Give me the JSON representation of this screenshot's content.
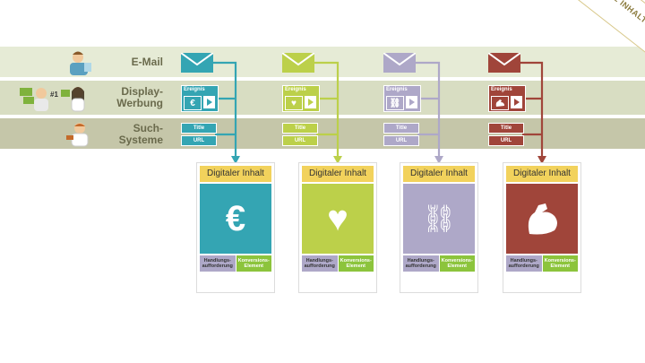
{
  "rows": {
    "email": {
      "label": "E-Mail"
    },
    "display": {
      "label_line1": "Display-",
      "label_line2": "Werbung"
    },
    "search": {
      "label_line1": "Such-",
      "label_line2": "Systeme"
    }
  },
  "display_card": {
    "title": "Ereignis"
  },
  "search_card": {
    "field1": "Title",
    "field2": "URL"
  },
  "content_card": {
    "header": "Digitaler Inhalt",
    "cta_line1": "Handlungs-",
    "cta_line2": "aufforderung",
    "conv_line1": "Konversions-",
    "conv_line2": "Element"
  },
  "columns": [
    {
      "color": "#34a5b3",
      "icon": "euro-icon",
      "glyph": "€"
    },
    {
      "color": "#bcd04a",
      "icon": "heart-icon",
      "glyph": "♥"
    },
    {
      "color": "#aea8c8",
      "icon": "chain-icon",
      "glyph": "⛓"
    },
    {
      "color": "#a0453a",
      "icon": "biceps-icon",
      "glyph": ""
    }
  ],
  "logo": {
    "text": "DIGITALE INHALTE"
  }
}
